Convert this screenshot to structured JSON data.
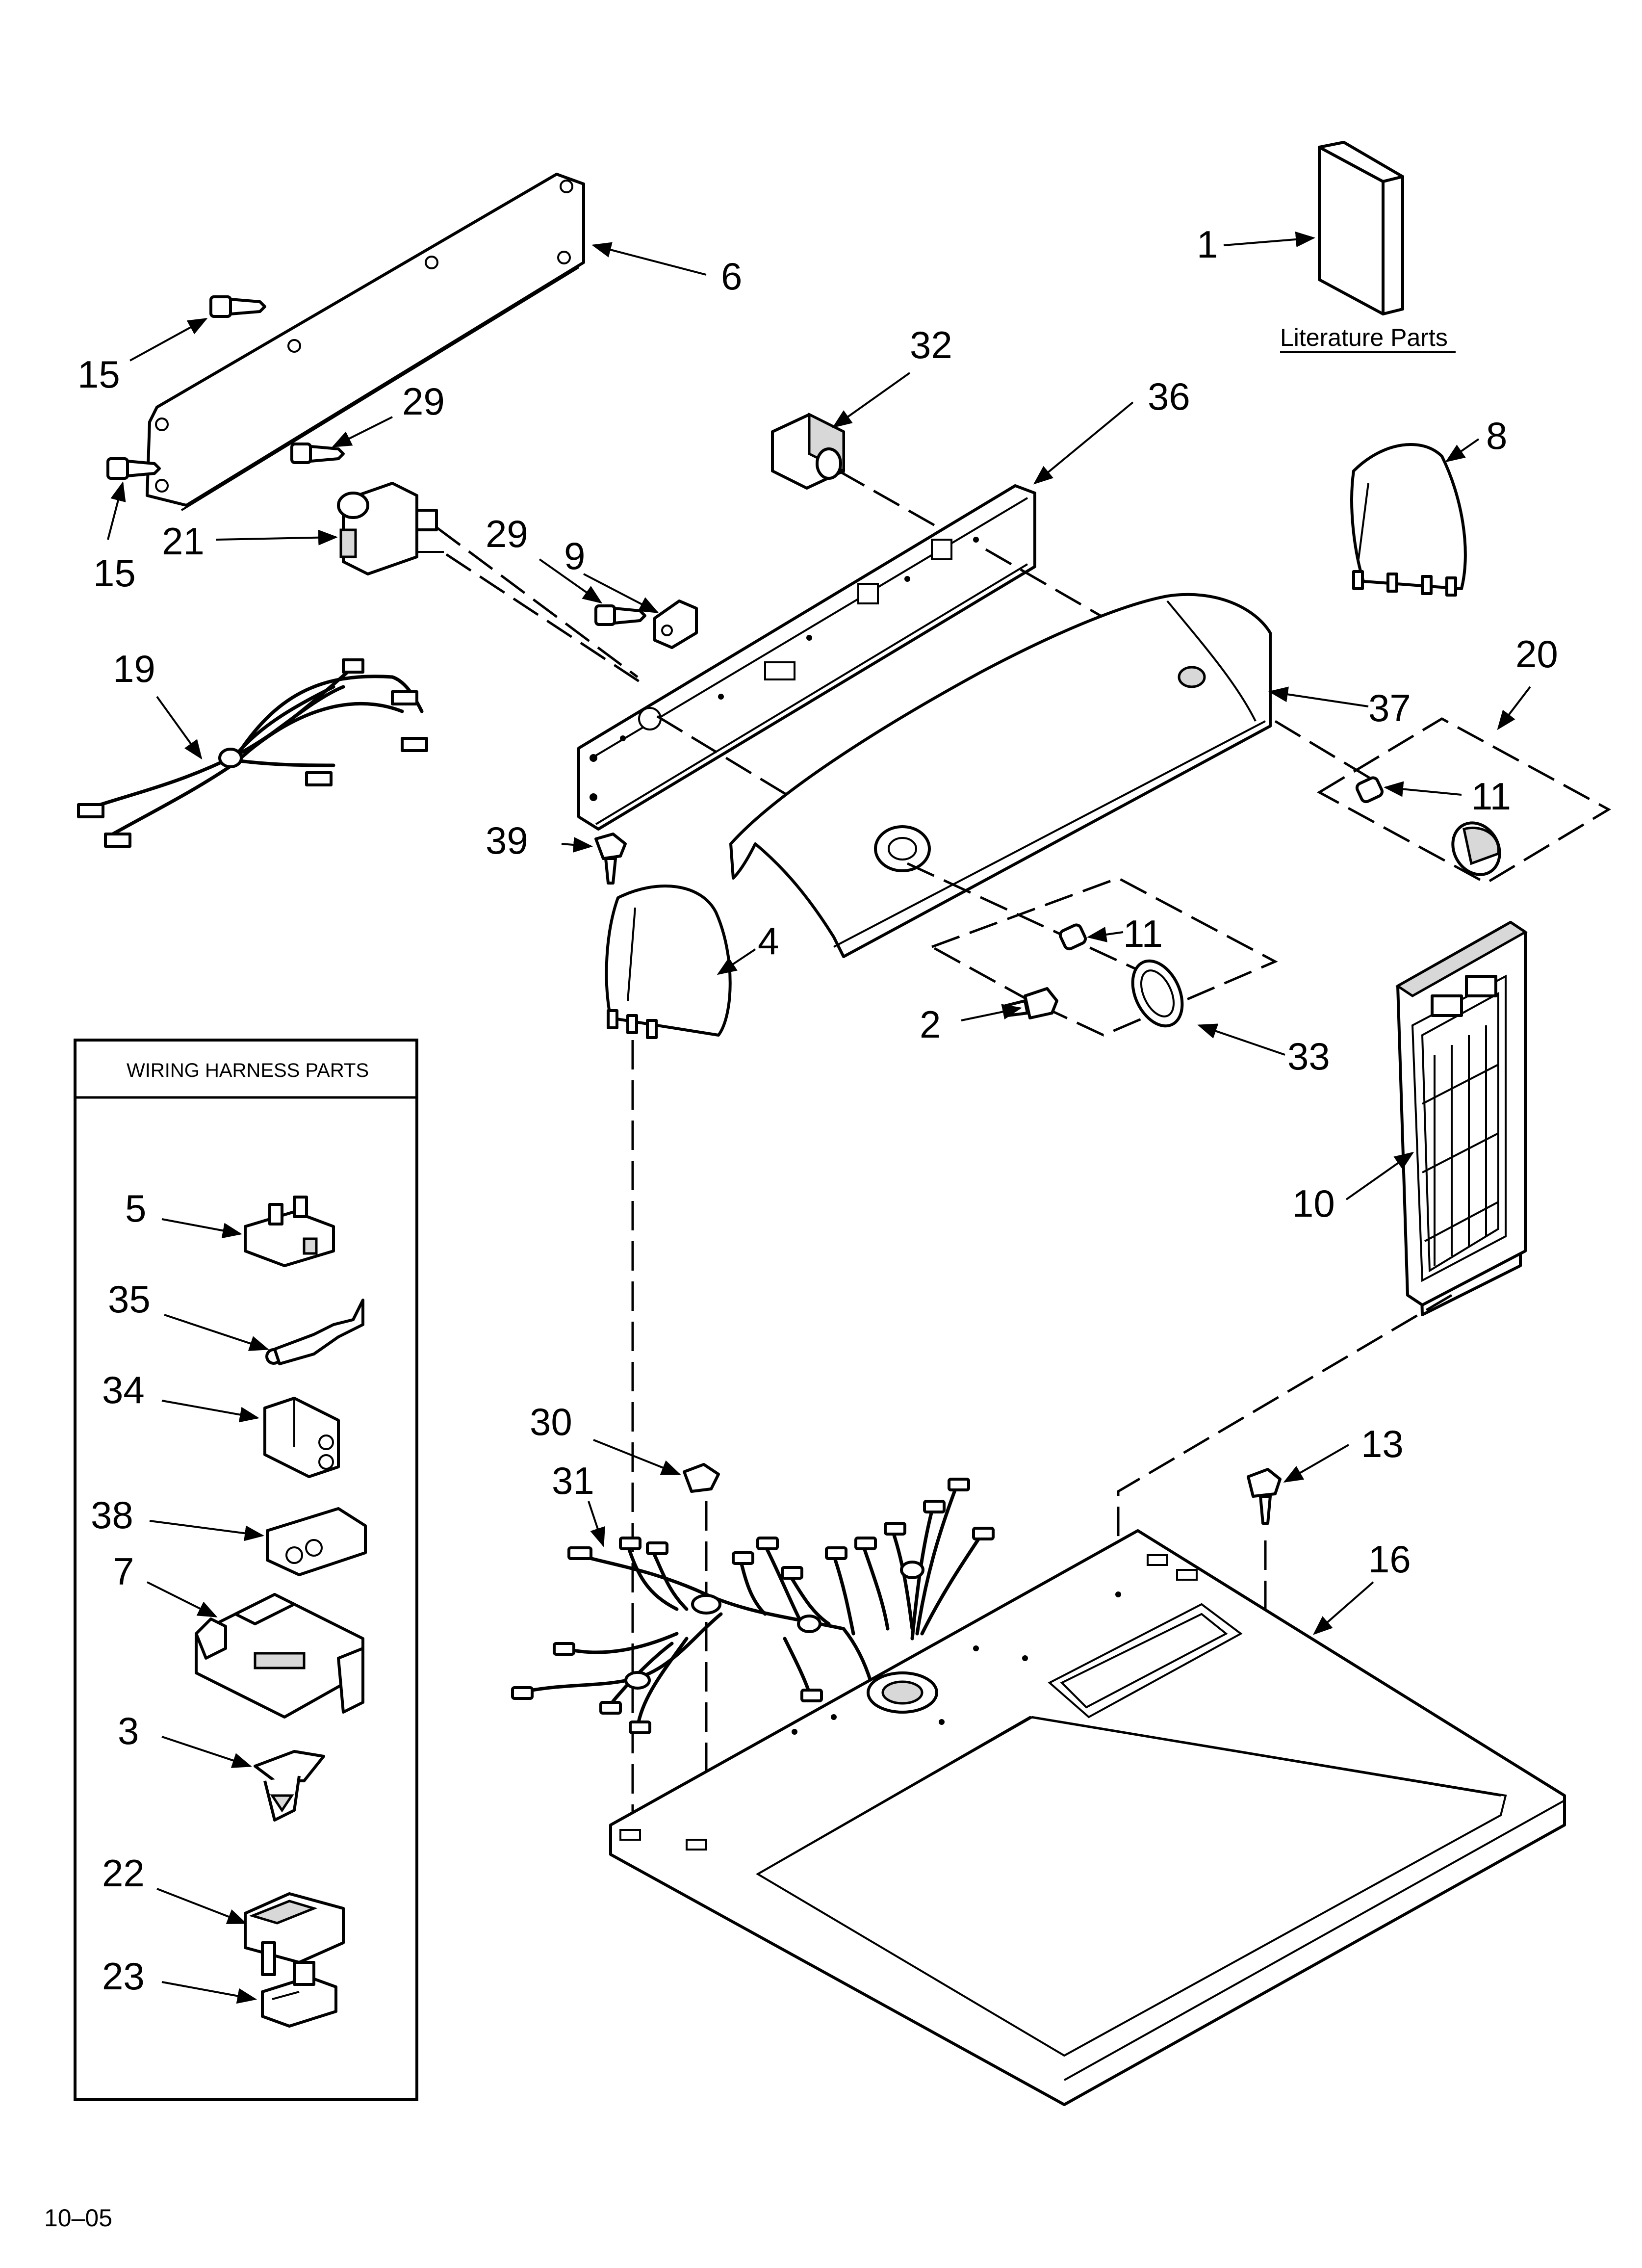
{
  "literature_label": "Literature Parts",
  "wiring_box_title": "WIRING HARNESS PARTS",
  "footer_code": "10–05",
  "callouts": [
    {
      "id": "c1",
      "text": "1"
    },
    {
      "id": "c6",
      "text": "6"
    },
    {
      "id": "c15a",
      "text": "15"
    },
    {
      "id": "c15b",
      "text": "15"
    },
    {
      "id": "c29a",
      "text": "29"
    },
    {
      "id": "c29b",
      "text": "29"
    },
    {
      "id": "c21",
      "text": "21"
    },
    {
      "id": "c9",
      "text": "9"
    },
    {
      "id": "c32",
      "text": "32"
    },
    {
      "id": "c36",
      "text": "36"
    },
    {
      "id": "c8",
      "text": "8"
    },
    {
      "id": "c19",
      "text": "19"
    },
    {
      "id": "c20",
      "text": "20"
    },
    {
      "id": "c37",
      "text": "37"
    },
    {
      "id": "c11a",
      "text": "11"
    },
    {
      "id": "c11b",
      "text": "11"
    },
    {
      "id": "c39",
      "text": "39"
    },
    {
      "id": "c4",
      "text": "4"
    },
    {
      "id": "c2",
      "text": "2"
    },
    {
      "id": "c33",
      "text": "33"
    },
    {
      "id": "c10",
      "text": "10"
    },
    {
      "id": "c30",
      "text": "30"
    },
    {
      "id": "c31",
      "text": "31"
    },
    {
      "id": "c13",
      "text": "13"
    },
    {
      "id": "c16",
      "text": "16"
    },
    {
      "id": "c5",
      "text": "5"
    },
    {
      "id": "c35",
      "text": "35"
    },
    {
      "id": "c34",
      "text": "34"
    },
    {
      "id": "c38",
      "text": "38"
    },
    {
      "id": "c7",
      "text": "7"
    },
    {
      "id": "c3",
      "text": "3"
    },
    {
      "id": "c22",
      "text": "22"
    },
    {
      "id": "c23",
      "text": "23"
    }
  ]
}
